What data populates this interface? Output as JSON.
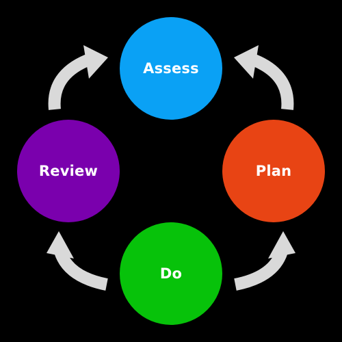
{
  "diagram": {
    "type": "cycle",
    "background": "#000000",
    "arrow_color": "#d9d9d9",
    "steps": [
      {
        "id": "assess",
        "label": "Assess",
        "color": "#0aa1f5"
      },
      {
        "id": "plan",
        "label": "Plan",
        "color": "#e84414"
      },
      {
        "id": "do",
        "label": "Do",
        "color": "#07c20a"
      },
      {
        "id": "review",
        "label": "Review",
        "color": "#7a00ad"
      }
    ],
    "flow": [
      {
        "from": "plan",
        "to": "assess"
      },
      {
        "from": "do",
        "to": "plan"
      },
      {
        "from": "do",
        "to": "review"
      },
      {
        "from": "review",
        "to": "assess"
      }
    ]
  }
}
